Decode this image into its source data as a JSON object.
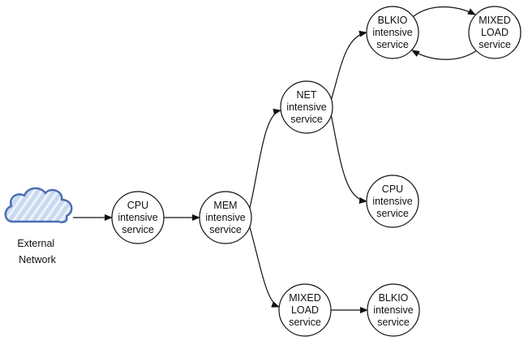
{
  "cloud": {
    "lines": [
      "External",
      "Network"
    ]
  },
  "nodes": [
    {
      "id": "cpu1",
      "lines": [
        "CPU",
        "intensive",
        "service"
      ]
    },
    {
      "id": "mem",
      "lines": [
        "MEM",
        "intensive",
        "service"
      ]
    },
    {
      "id": "net",
      "lines": [
        "NET",
        "intensive",
        "service"
      ]
    },
    {
      "id": "blkio1",
      "lines": [
        "BLKIO",
        "intensive",
        "service"
      ]
    },
    {
      "id": "mixed1",
      "lines": [
        "MIXED",
        "LOAD",
        "service"
      ]
    },
    {
      "id": "cpu2",
      "lines": [
        "CPU",
        "intensive",
        "service"
      ]
    },
    {
      "id": "mixed2",
      "lines": [
        "MIXED",
        "LOAD",
        "service"
      ]
    },
    {
      "id": "blkio2",
      "lines": [
        "BLKIO",
        "intensive",
        "service"
      ]
    }
  ],
  "edges": [
    {
      "from": "cloud",
      "to": "cpu1"
    },
    {
      "from": "cpu1",
      "to": "mem"
    },
    {
      "from": "mem",
      "to": "net"
    },
    {
      "from": "mem",
      "to": "mixed2"
    },
    {
      "from": "net",
      "to": "blkio1"
    },
    {
      "from": "net",
      "to": "cpu2"
    },
    {
      "from": "blkio1",
      "to": "mixed1"
    },
    {
      "from": "mixed1",
      "to": "blkio1"
    },
    {
      "from": "mixed2",
      "to": "blkio2"
    }
  ],
  "colors": {
    "stroke": "#111111",
    "node_fill": "#ffffff",
    "cloud_fill": "#c9d9f0",
    "cloud_stripe": "#eef3fb",
    "cloud_stroke": "#4a6fb0"
  }
}
